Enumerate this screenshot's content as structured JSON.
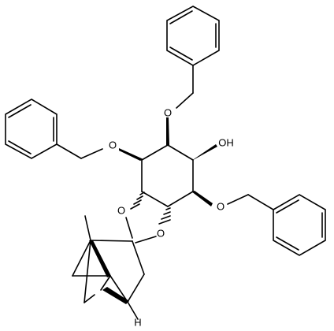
{
  "atom_labels": {
    "o_top": "O",
    "o_left": "O",
    "oh": "OH",
    "o_right": "O",
    "o_acetal_left": "O",
    "o_acetal_right": "O",
    "h_bridge": "H"
  }
}
